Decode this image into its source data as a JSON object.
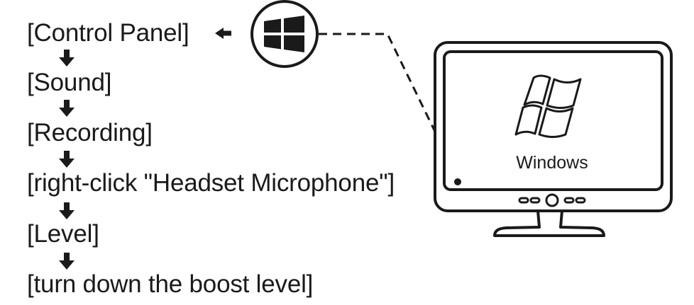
{
  "steps": [
    "[Control Panel]",
    "[Sound]",
    "[Recording]",
    "[right-click \"Headset Microphone\"]",
    "[Level]",
    "[turn down the boost level]"
  ],
  "monitor": {
    "screen_text": "Windows"
  },
  "icons": {
    "start_button": "windows-logo-icon",
    "pointer_arrow": "left-arrow-icon",
    "step_arrows": "down-arrow-icon"
  },
  "colors": {
    "ink": "#1a1a1a",
    "background": "#ffffff"
  }
}
